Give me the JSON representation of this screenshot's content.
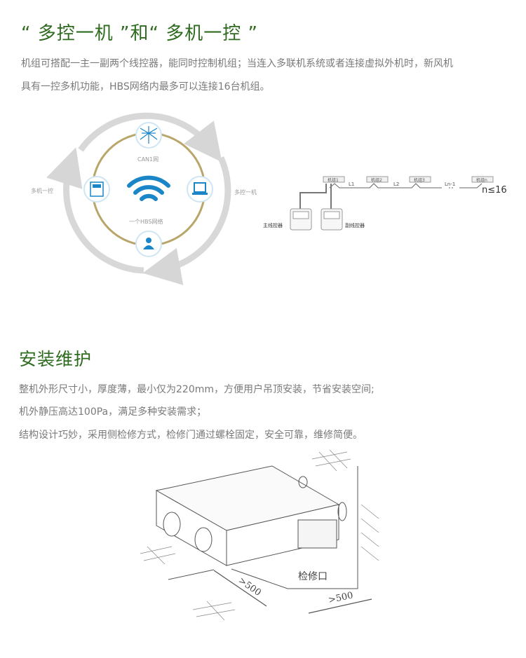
{
  "section1": {
    "title": "“ 多控一机 ”和“ 多机一控 ”",
    "lines": [
      "机组可搭配一主一副两个线控器，能同时控制机组；当连入多联机系统或者连接虚拟外机时，新风机",
      "具有一控多机功能，HBS网络内最多可以连接16台机组。"
    ],
    "circle_diagram": {
      "left_label": "多机一控",
      "right_label": "多控一机",
      "top_label": "CAN1网",
      "bottom_label": "一个HBS网络",
      "colors": {
        "ring": "#b8a66a",
        "arrows": "#d6d6d6",
        "icon": "#1a86c8"
      }
    },
    "network_diagram": {
      "units": [
        "机组1",
        "机组2",
        "机组3",
        "机组n"
      ],
      "segments": [
        "L1",
        "L2",
        "Ln-1"
      ],
      "limit": "n≤16",
      "main_controller": "主线控器",
      "sub_controller": "副线控器"
    }
  },
  "section2": {
    "title": "安装维护",
    "lines": [
      "整机外形尺寸小，厚度薄，最小仅为220mm，方便用户吊顶安装，节省安装空间;",
      "机外静压高达100Pa，满足多种安装需求；",
      "结构设计巧妙，采用侧检修方式，检修门通过螺栓固定，安全可靠，维修简便。"
    ],
    "drawing": {
      "access_label": "检修口",
      "dim1": ">500",
      "dim2": ">500"
    }
  }
}
